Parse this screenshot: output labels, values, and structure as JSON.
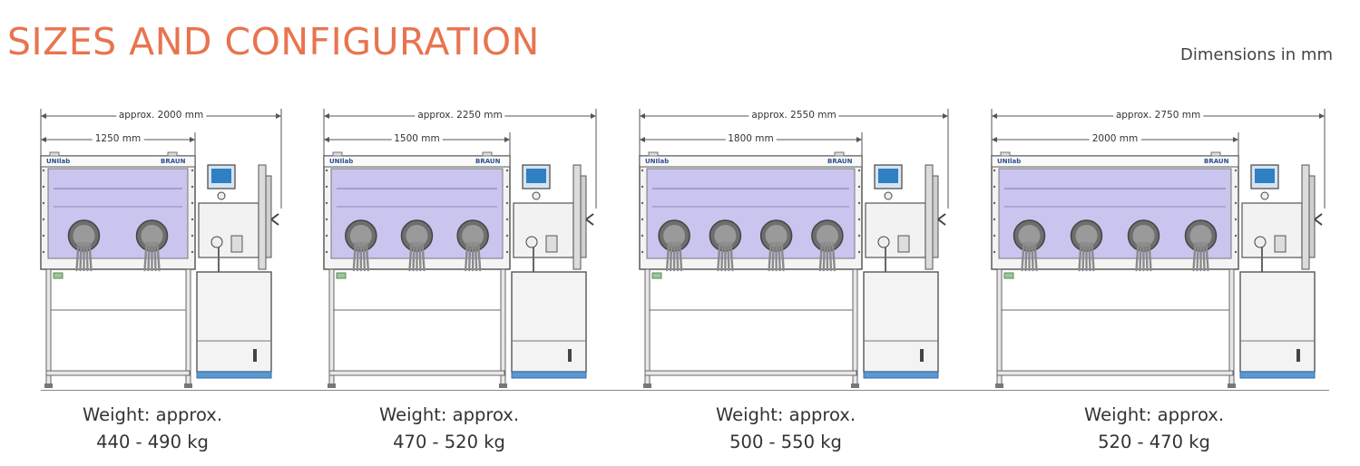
{
  "header": {
    "title": "SIZES AND CONFIGURATION",
    "dimensions_note": "Dimensions in mm"
  },
  "units": [
    {
      "overall_dim": "approx. 2000 mm",
      "box_dim": "1250 mm",
      "weight_line1": "Weight: approx.",
      "weight_line2": "440 - 490 kg",
      "gloves": 2
    },
    {
      "overall_dim": "approx. 2250 mm",
      "box_dim": "1500 mm",
      "weight_line1": "Weight: approx.",
      "weight_line2": "470 - 520 kg",
      "gloves": 3
    },
    {
      "overall_dim": "approx. 2550 mm",
      "box_dim": "1800 mm",
      "weight_line1": "Weight: approx.",
      "weight_line2": "500 - 550 kg",
      "gloves": 4
    },
    {
      "overall_dim": "approx. 2750 mm",
      "box_dim": "2000 mm",
      "weight_line1": "Weight: approx.",
      "weight_line2": "520 - 470 kg",
      "gloves": 4
    }
  ],
  "colors": {
    "title": "#e8744f",
    "window": "#c9c5ee",
    "frame": "#5a5a5a",
    "screen": "#2f7fc4"
  },
  "brand": {
    "logo_left": "UNIlab",
    "logo_right": "BRAUN"
  }
}
